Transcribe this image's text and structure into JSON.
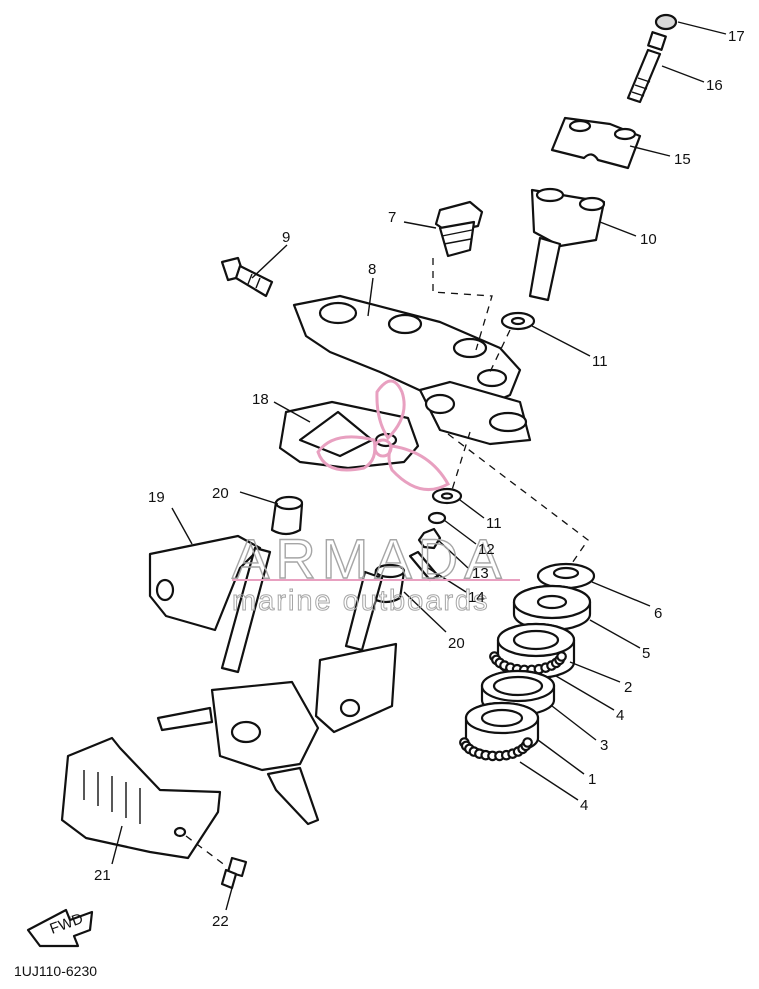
{
  "diagram": {
    "code": "1UJ110-6230",
    "fwd_label": "FWD",
    "callouts": [
      "17",
      "16",
      "15",
      "10",
      "7",
      "9",
      "8",
      "11",
      "18",
      "11",
      "19",
      "20",
      "12",
      "13",
      "14",
      "6",
      "20",
      "5",
      "2",
      "4",
      "3",
      "1",
      "4",
      "21",
      "22"
    ]
  },
  "watermark": {
    "title": "ARMADA",
    "subtitle": "marine outboards",
    "color": "#e8a0c0"
  }
}
